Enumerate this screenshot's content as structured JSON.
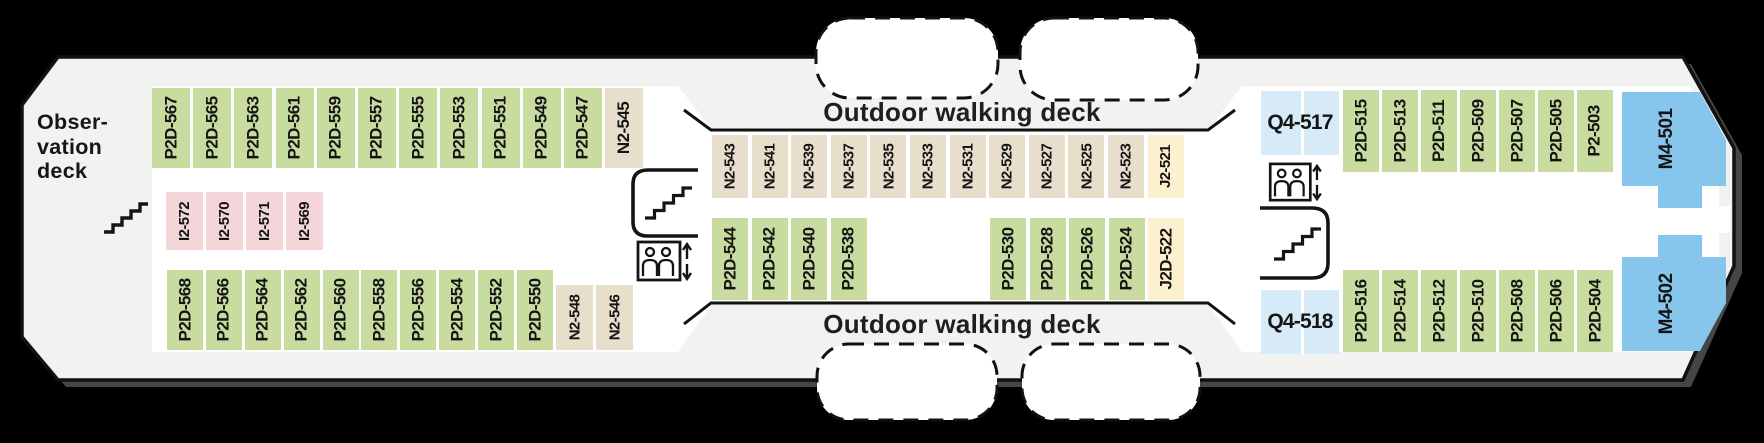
{
  "deck_plan": {
    "observation_deck_label": "Obser-\nvation\ndeck",
    "outdoor_walking_deck_top": "Outdoor walking deck",
    "outdoor_walking_deck_bottom": "Outdoor walking deck"
  },
  "cabin_colors": {
    "green": "#c9dca0",
    "tan": "#e7decb",
    "pink": "#f4d6d9",
    "cream": "#fcf1cf",
    "lightblue": "#d6eaf8",
    "blue": "#87c6ec"
  },
  "cabin_groups": {
    "top_left": {
      "cabins": [
        {
          "id": "P2D-567",
          "type": "green"
        },
        {
          "id": "P2D-565",
          "type": "green"
        },
        {
          "id": "P2D-563",
          "type": "green"
        },
        {
          "id": "P2D-561",
          "type": "green"
        },
        {
          "id": "P2D-559",
          "type": "green"
        },
        {
          "id": "P2D-557",
          "type": "green"
        },
        {
          "id": "P2D-555",
          "type": "green"
        },
        {
          "id": "P2D-553",
          "type": "green"
        },
        {
          "id": "P2D-551",
          "type": "green"
        },
        {
          "id": "P2D-549",
          "type": "green"
        },
        {
          "id": "P2D-547",
          "type": "green"
        },
        {
          "id": "N2-545",
          "type": "tan"
        }
      ]
    },
    "mid_left_inner": {
      "cabins": [
        {
          "id": "I2-572",
          "type": "pink"
        },
        {
          "id": "I2-570",
          "type": "pink"
        },
        {
          "id": "I2-571",
          "type": "pink"
        },
        {
          "id": "I2-569",
          "type": "pink"
        }
      ]
    },
    "bottom_left": {
      "cabins": [
        {
          "id": "P2D-568",
          "type": "green"
        },
        {
          "id": "P2D-566",
          "type": "green"
        },
        {
          "id": "P2D-564",
          "type": "green"
        },
        {
          "id": "P2D-562",
          "type": "green"
        },
        {
          "id": "P2D-560",
          "type": "green"
        },
        {
          "id": "P2D-558",
          "type": "green"
        },
        {
          "id": "P2D-556",
          "type": "green"
        },
        {
          "id": "P2D-554",
          "type": "green"
        },
        {
          "id": "P2D-552",
          "type": "green"
        },
        {
          "id": "P2D-550",
          "type": "green"
        }
      ]
    },
    "bottom_left_tan": {
      "cabins": [
        {
          "id": "N2-548",
          "type": "tan"
        },
        {
          "id": "N2-546",
          "type": "tan"
        }
      ]
    },
    "mid_top": {
      "cabins": [
        {
          "id": "N2-543",
          "type": "tan"
        },
        {
          "id": "N2-541",
          "type": "tan"
        },
        {
          "id": "N2-539",
          "type": "tan"
        },
        {
          "id": "N2-537",
          "type": "tan"
        },
        {
          "id": "N2-535",
          "type": "tan"
        },
        {
          "id": "N2-533",
          "type": "tan"
        },
        {
          "id": "N2-531",
          "type": "tan"
        },
        {
          "id": "N2-529",
          "type": "tan"
        },
        {
          "id": "N2-527",
          "type": "tan"
        },
        {
          "id": "N2-525",
          "type": "tan"
        },
        {
          "id": "N2-523",
          "type": "tan"
        },
        {
          "id": "J2-521",
          "type": "cream"
        }
      ]
    },
    "mid_bottom_left": {
      "cabins": [
        {
          "id": "P2D-544",
          "type": "green"
        },
        {
          "id": "P2D-542",
          "type": "green"
        },
        {
          "id": "P2D-540",
          "type": "green"
        },
        {
          "id": "P2D-538",
          "type": "green"
        }
      ]
    },
    "mid_bottom_right": {
      "cabins": [
        {
          "id": "P2D-530",
          "type": "green"
        },
        {
          "id": "P2D-528",
          "type": "green"
        },
        {
          "id": "P2D-526",
          "type": "green"
        },
        {
          "id": "P2D-524",
          "type": "green"
        },
        {
          "id": "J2D-522",
          "type": "cream"
        }
      ]
    },
    "right_top": {
      "cabins": [
        {
          "id": "P2D-515",
          "type": "green"
        },
        {
          "id": "P2D-513",
          "type": "green"
        },
        {
          "id": "P2D-511",
          "type": "green"
        },
        {
          "id": "P2D-509",
          "type": "green"
        },
        {
          "id": "P2D-507",
          "type": "green"
        },
        {
          "id": "P2D-505",
          "type": "green"
        },
        {
          "id": "P2-503",
          "type": "green"
        }
      ]
    },
    "right_bottom": {
      "cabins": [
        {
          "id": "P2D-516",
          "type": "green"
        },
        {
          "id": "P2D-514",
          "type": "green"
        },
        {
          "id": "P2D-512",
          "type": "green"
        },
        {
          "id": "P2D-510",
          "type": "green"
        },
        {
          "id": "P2D-508",
          "type": "green"
        },
        {
          "id": "P2D-506",
          "type": "green"
        },
        {
          "id": "P2D-504",
          "type": "green"
        }
      ]
    }
  },
  "cabins_special": {
    "q4_517": {
      "id": "Q4-517",
      "type": "lightblue"
    },
    "q4_518": {
      "id": "Q4-518",
      "type": "lightblue"
    },
    "m4_501": {
      "id": "M4-501",
      "type": "blue"
    },
    "m4_502": {
      "id": "M4-502",
      "type": "blue"
    }
  }
}
